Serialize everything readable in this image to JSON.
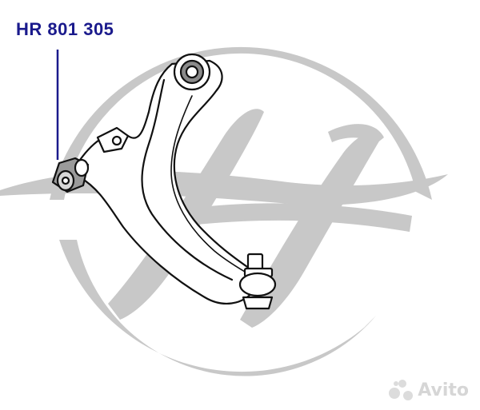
{
  "part_number": "HR 801 305",
  "watermark": {
    "text": "Avito",
    "icon": "avito-dots-logo"
  },
  "colors": {
    "label": "#1a1a8c",
    "pointer": "#1a1a8c",
    "logo_watermark": "#c8c8c8",
    "drawing": "#111111",
    "highlight": "#7a7a7a"
  }
}
